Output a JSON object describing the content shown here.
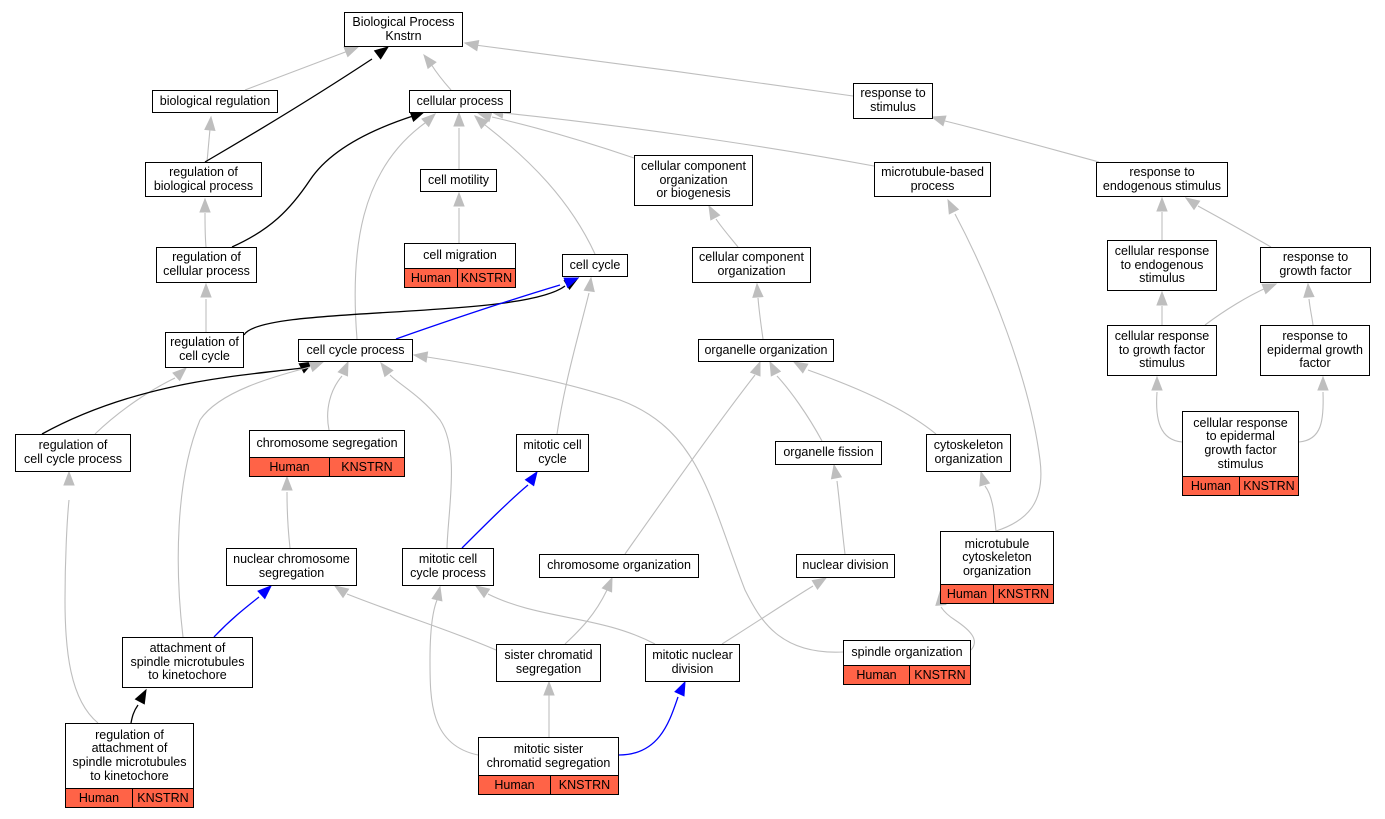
{
  "annotation_color": "#ff6347",
  "edge_colors": {
    "is_a": "#bebebe",
    "regulates": "#000000",
    "part_of": "#0000ff"
  },
  "nodes": [
    {
      "id": "bp",
      "label": "Biological Process\nKnstrn"
    },
    {
      "id": "br",
      "label": "biological regulation"
    },
    {
      "id": "cp",
      "label": "cellular process"
    },
    {
      "id": "rs",
      "label": "response to\nstimulus"
    },
    {
      "id": "rbp",
      "label": "regulation of\nbiological process"
    },
    {
      "id": "cmot",
      "label": "cell motility"
    },
    {
      "id": "ccob",
      "label": "cellular component\norganization\nor biogenesis"
    },
    {
      "id": "mbp",
      "label": "microtubule-based\nprocess"
    },
    {
      "id": "res",
      "label": "response to\nendogenous stimulus"
    },
    {
      "id": "rcp",
      "label": "regulation of\ncellular process"
    },
    {
      "id": "cmig",
      "label": "cell migration",
      "species": "Human",
      "gene": "KNSTRN"
    },
    {
      "id": "cc",
      "label": "cell cycle"
    },
    {
      "id": "cco",
      "label": "cellular component\norganization"
    },
    {
      "id": "cres",
      "label": "cellular response\nto endogenous\nstimulus"
    },
    {
      "id": "rgf",
      "label": "response to\ngrowth factor"
    },
    {
      "id": "rcc",
      "label": "regulation of\ncell cycle"
    },
    {
      "id": "ccp",
      "label": "cell cycle process"
    },
    {
      "id": "oo",
      "label": "organelle organization"
    },
    {
      "id": "crgf",
      "label": "cellular response\nto growth factor\nstimulus"
    },
    {
      "id": "regf",
      "label": "response to\nepidermal growth\nfactor"
    },
    {
      "id": "rccp",
      "label": "regulation of\ncell cycle process"
    },
    {
      "id": "cs",
      "label": "chromosome segregation",
      "species": "Human",
      "gene": "KNSTRN"
    },
    {
      "id": "mcc",
      "label": "mitotic cell\ncycle"
    },
    {
      "id": "of",
      "label": "organelle fission"
    },
    {
      "id": "co",
      "label": "cytoskeleton\norganization"
    },
    {
      "id": "crefs",
      "label": "cellular response\nto epidermal\ngrowth factor\nstimulus",
      "species": "Human",
      "gene": "KNSTRN"
    },
    {
      "id": "ncs",
      "label": "nuclear chromosome\nsegregation"
    },
    {
      "id": "mccp",
      "label": "mitotic cell\ncycle process"
    },
    {
      "id": "chro",
      "label": "chromosome organization"
    },
    {
      "id": "nd",
      "label": "nuclear division"
    },
    {
      "id": "mco",
      "label": "microtubule\ncytoskeleton\norganization",
      "species": "Human",
      "gene": "KNSTRN"
    },
    {
      "id": "asmk",
      "label": "attachment of\nspindle microtubules\nto kinetochore"
    },
    {
      "id": "scs",
      "label": "sister chromatid\nsegregation"
    },
    {
      "id": "mnd",
      "label": "mitotic nuclear\ndivision"
    },
    {
      "id": "so",
      "label": "spindle organization",
      "species": "Human",
      "gene": "KNSTRN"
    },
    {
      "id": "rasmk",
      "label": "regulation of\nattachment of\nspindle microtubules\nto kinetochore",
      "species": "Human",
      "gene": "KNSTRN"
    },
    {
      "id": "mscs",
      "label": "mitotic sister\nchromatid segregation",
      "species": "Human",
      "gene": "KNSTRN"
    }
  ],
  "edges": [
    {
      "from": "br",
      "to": "bp",
      "type": "is_a"
    },
    {
      "from": "cp",
      "to": "bp",
      "type": "is_a"
    },
    {
      "from": "rs",
      "to": "bp",
      "type": "is_a"
    },
    {
      "from": "rbp",
      "to": "br",
      "type": "is_a"
    },
    {
      "from": "rbp",
      "to": "bp",
      "type": "regulates"
    },
    {
      "from": "rcp",
      "to": "rbp",
      "type": "is_a"
    },
    {
      "from": "rcp",
      "to": "cp",
      "type": "regulates"
    },
    {
      "from": "cmot",
      "to": "cp",
      "type": "is_a"
    },
    {
      "from": "cmig",
      "to": "cmot",
      "type": "is_a"
    },
    {
      "from": "ccob",
      "to": "cp",
      "type": "is_a"
    },
    {
      "from": "mbp",
      "to": "cp",
      "type": "is_a"
    },
    {
      "from": "cc",
      "to": "cp",
      "type": "is_a"
    },
    {
      "from": "ccp",
      "to": "cp",
      "type": "is_a"
    },
    {
      "from": "res",
      "to": "rs",
      "type": "is_a"
    },
    {
      "from": "cco",
      "to": "ccob",
      "type": "is_a"
    },
    {
      "from": "oo",
      "to": "cco",
      "type": "is_a"
    },
    {
      "from": "cres",
      "to": "res",
      "type": "is_a"
    },
    {
      "from": "rgf",
      "to": "res",
      "type": "is_a"
    },
    {
      "from": "crgf",
      "to": "cres",
      "type": "is_a"
    },
    {
      "from": "crgf",
      "to": "rgf",
      "type": "is_a"
    },
    {
      "from": "regf",
      "to": "rgf",
      "type": "is_a"
    },
    {
      "from": "crefs",
      "to": "crgf",
      "type": "is_a"
    },
    {
      "from": "crefs",
      "to": "regf",
      "type": "is_a"
    },
    {
      "from": "rcc",
      "to": "rcp",
      "type": "is_a"
    },
    {
      "from": "rcc",
      "to": "cc",
      "type": "regulates"
    },
    {
      "from": "ccp",
      "to": "cc",
      "type": "part_of"
    },
    {
      "from": "rccp",
      "to": "rcc",
      "type": "is_a"
    },
    {
      "from": "rccp",
      "to": "ccp",
      "type": "regulates"
    },
    {
      "from": "cs",
      "to": "ccp",
      "type": "is_a"
    },
    {
      "from": "mcc",
      "to": "cc",
      "type": "is_a"
    },
    {
      "from": "of",
      "to": "oo",
      "type": "is_a"
    },
    {
      "from": "co",
      "to": "oo",
      "type": "is_a"
    },
    {
      "from": "chro",
      "to": "oo",
      "type": "is_a"
    },
    {
      "from": "mco",
      "to": "co",
      "type": "is_a"
    },
    {
      "from": "mco",
      "to": "mbp",
      "type": "is_a"
    },
    {
      "from": "ncs",
      "to": "cs",
      "type": "is_a"
    },
    {
      "from": "mccp",
      "to": "mcc",
      "type": "part_of"
    },
    {
      "from": "mccp",
      "to": "ccp",
      "type": "is_a"
    },
    {
      "from": "nd",
      "to": "of",
      "type": "is_a"
    },
    {
      "from": "asmk",
      "to": "ncs",
      "type": "part_of"
    },
    {
      "from": "asmk",
      "to": "ccp",
      "type": "is_a"
    },
    {
      "from": "scs",
      "to": "ncs",
      "type": "is_a"
    },
    {
      "from": "scs",
      "to": "chro",
      "type": "is_a"
    },
    {
      "from": "mnd",
      "to": "mccp",
      "type": "is_a"
    },
    {
      "from": "mnd",
      "to": "nd",
      "type": "is_a"
    },
    {
      "from": "so",
      "to": "ccp",
      "type": "is_a"
    },
    {
      "from": "so",
      "to": "mco",
      "type": "is_a"
    },
    {
      "from": "rasmk",
      "to": "asmk",
      "type": "regulates"
    },
    {
      "from": "rasmk",
      "to": "rccp",
      "type": "is_a"
    },
    {
      "from": "mscs",
      "to": "scs",
      "type": "is_a"
    },
    {
      "from": "mscs",
      "to": "mnd",
      "type": "part_of"
    },
    {
      "from": "mscs",
      "to": "mccp",
      "type": "is_a"
    }
  ]
}
